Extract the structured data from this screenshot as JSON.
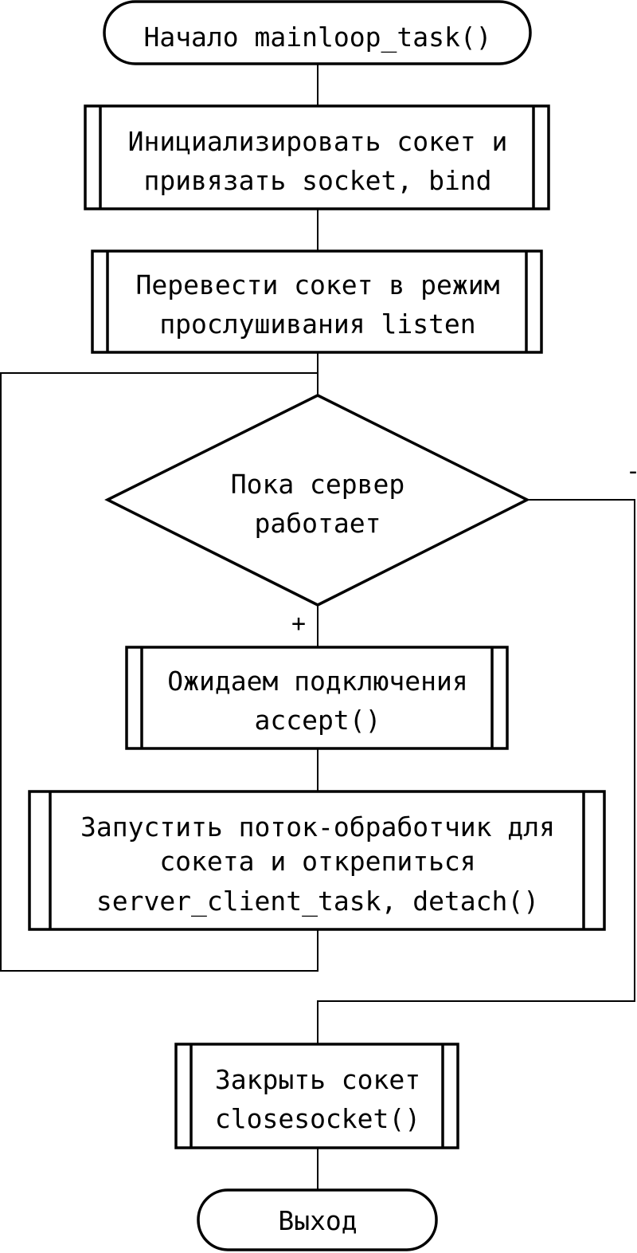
{
  "flowchart": {
    "start": {
      "text": "Начало mainloop_task()"
    },
    "init_socket": {
      "line1": "Инициализировать сокет и",
      "line2": "привязать socket, bind"
    },
    "listen": {
      "line1": "Перевести сокет в режим",
      "line2": "прослушивания listen"
    },
    "loop_condition": {
      "line1": "Пока сервер",
      "line2": "работает"
    },
    "accept": {
      "line1": "Ожидаем подключения",
      "line2": "accept()"
    },
    "spawn_thread": {
      "line1": "Запустить поток-обработчик для",
      "line2": "сокета и открепиться",
      "line3": "server_client_task, detach()"
    },
    "close_socket": {
      "line1": "Закрыть сокет",
      "line2": "closesocket()"
    },
    "end": {
      "text": "Выход"
    },
    "branch_yes": "+",
    "branch_no": "-"
  }
}
